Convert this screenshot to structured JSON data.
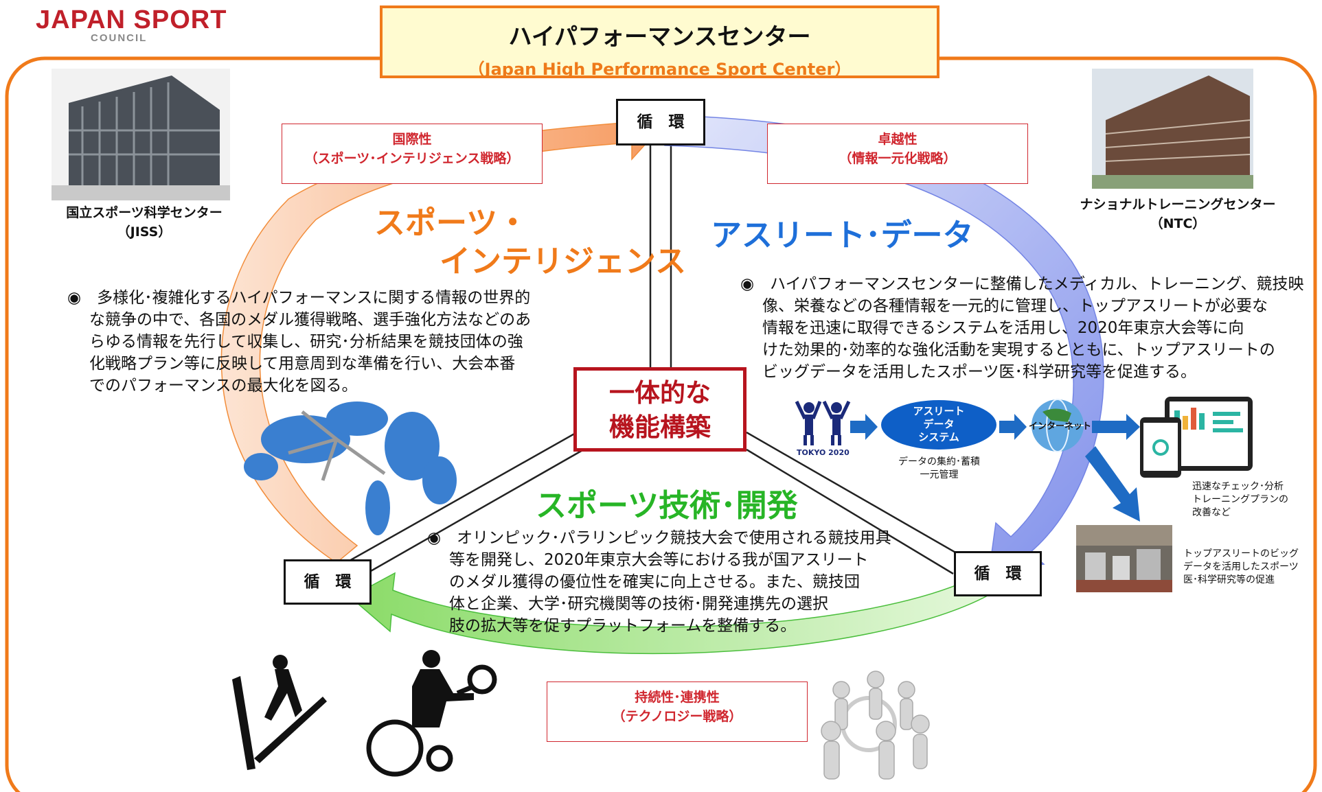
{
  "logo": {
    "main": "JAPAN SPORT",
    "sub": "COUNCIL"
  },
  "title": {
    "jp": "ハイパフォーマンスセンター",
    "en": "（Japan High Performance Sport Center）"
  },
  "cycle_label": "循　環",
  "cycle_labels": {
    "top": "循　環",
    "left": "循　環",
    "right": "循　環"
  },
  "strategy_boxes": {
    "left": {
      "line1": "国際性",
      "line2": "（スポーツ･インテリジェンス戦略）"
    },
    "right": {
      "line1": "卓越性",
      "line2": "（情報一元化戦略）"
    },
    "bottom": {
      "line1": "持続性･連携性",
      "line2": "（テクノロジー戦略）"
    }
  },
  "facilities": {
    "left": {
      "name": "国立スポーツ科学センター",
      "abbr": "（JISS）"
    },
    "right": {
      "name": "ナショナルトレーニングセンター",
      "abbr": "（NTC）"
    }
  },
  "headings": {
    "intelligence_line1": "スポーツ・",
    "intelligence_line2": "インテリジェンス",
    "athlete_data": "アスリート･データ",
    "tech": "スポーツ技術･開発"
  },
  "center": {
    "line1": "一体的な",
    "line2": "機能構築"
  },
  "paragraphs": {
    "intelligence": [
      "◉　多様化･複雑化するハイパフォーマンスに関する情報の世界的",
      "な競争の中で、各国のメダル獲得戦略、選手強化方法などのあ",
      "らゆる情報を先行して収集し、研究･分析結果を競技団体の強",
      "化戦略プラン等に反映して用意周到な準備を行い、大会本番",
      "でのパフォーマンスの最大化を図る。"
    ],
    "athlete_data": [
      "◉　ハイパフォーマンスセンターに整備したメディカル、トレーニング、競技映",
      "像、栄養などの各種情報を一元的に管理し、トップアスリートが必要な",
      "情報を迅速に取得できるシステムを活用し、2020年東京大会等に向",
      "けた効果的･効率的な強化活動を実現するとともに、トップアスリートの",
      "ビッグデータを活用したスポーツ医･科学研究等を促進する。"
    ],
    "tech": [
      "◉　オリンピック･パラリンピック競技大会で使用される競技用具",
      "等を開発し、2020年東京大会等における我が国アスリート",
      "のメダル獲得の優位性を確実に向上させる。また、競技団",
      "体と企業、大学･研究機関等の技術･開発連携先の選択",
      "肢の拡大等を促すプラットフォームを整備する。"
    ]
  },
  "flow": {
    "tokyo_label": "TOKYO 2020",
    "system_line1": "アスリート",
    "system_line2": "データ",
    "system_line3": "システム",
    "system_caption1": "データの集約･蓄積",
    "system_caption2": "一元管理",
    "internet": "インターネット",
    "tablet_caption1": "迅速なチェック･分析",
    "tablet_caption2": "トレーニングプランの",
    "tablet_caption3": "改善など",
    "gym_caption1": "トップアスリートのビッグ",
    "gym_caption2": "データを活用したスポーツ",
    "gym_caption3": "医･科学研究等の促進"
  },
  "colors": {
    "frame_orange": "#f07a1a",
    "strategy_red": "#d0262e",
    "center_red": "#b7141e",
    "heading_orange": "#f07a1a",
    "heading_blue": "#1e6fd9",
    "heading_green": "#27b526",
    "arrow_orange": "#f7a26b",
    "arrow_blue": "#7f8fec",
    "arrow_green": "#8fe46a",
    "flow_blue": "#1e6bc4"
  },
  "icons": [
    "jiss-building-photo",
    "ntc-building-photo",
    "world-map-icon",
    "athlete-figures-icon",
    "globe-icon",
    "tablet-icon",
    "gym-photo",
    "ski-jumper-icon",
    "wheelchair-tennis-icon",
    "people-circle-icon"
  ]
}
